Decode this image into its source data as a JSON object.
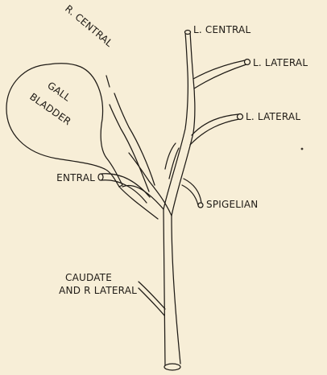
{
  "labels": {
    "r_central": "R. CENTRAL",
    "l_central": "L. CENTRAL",
    "l_lateral_upper": "L. LATERAL",
    "l_lateral_lower": "L. LATERAL",
    "gall": "GALL",
    "bladder": "BLADDER",
    "entral": "ENTRAL",
    "spigelian": "SPIGELIAN",
    "caudate": "CAUDATE",
    "and_r_lateral": "AND R LATERAL"
  }
}
